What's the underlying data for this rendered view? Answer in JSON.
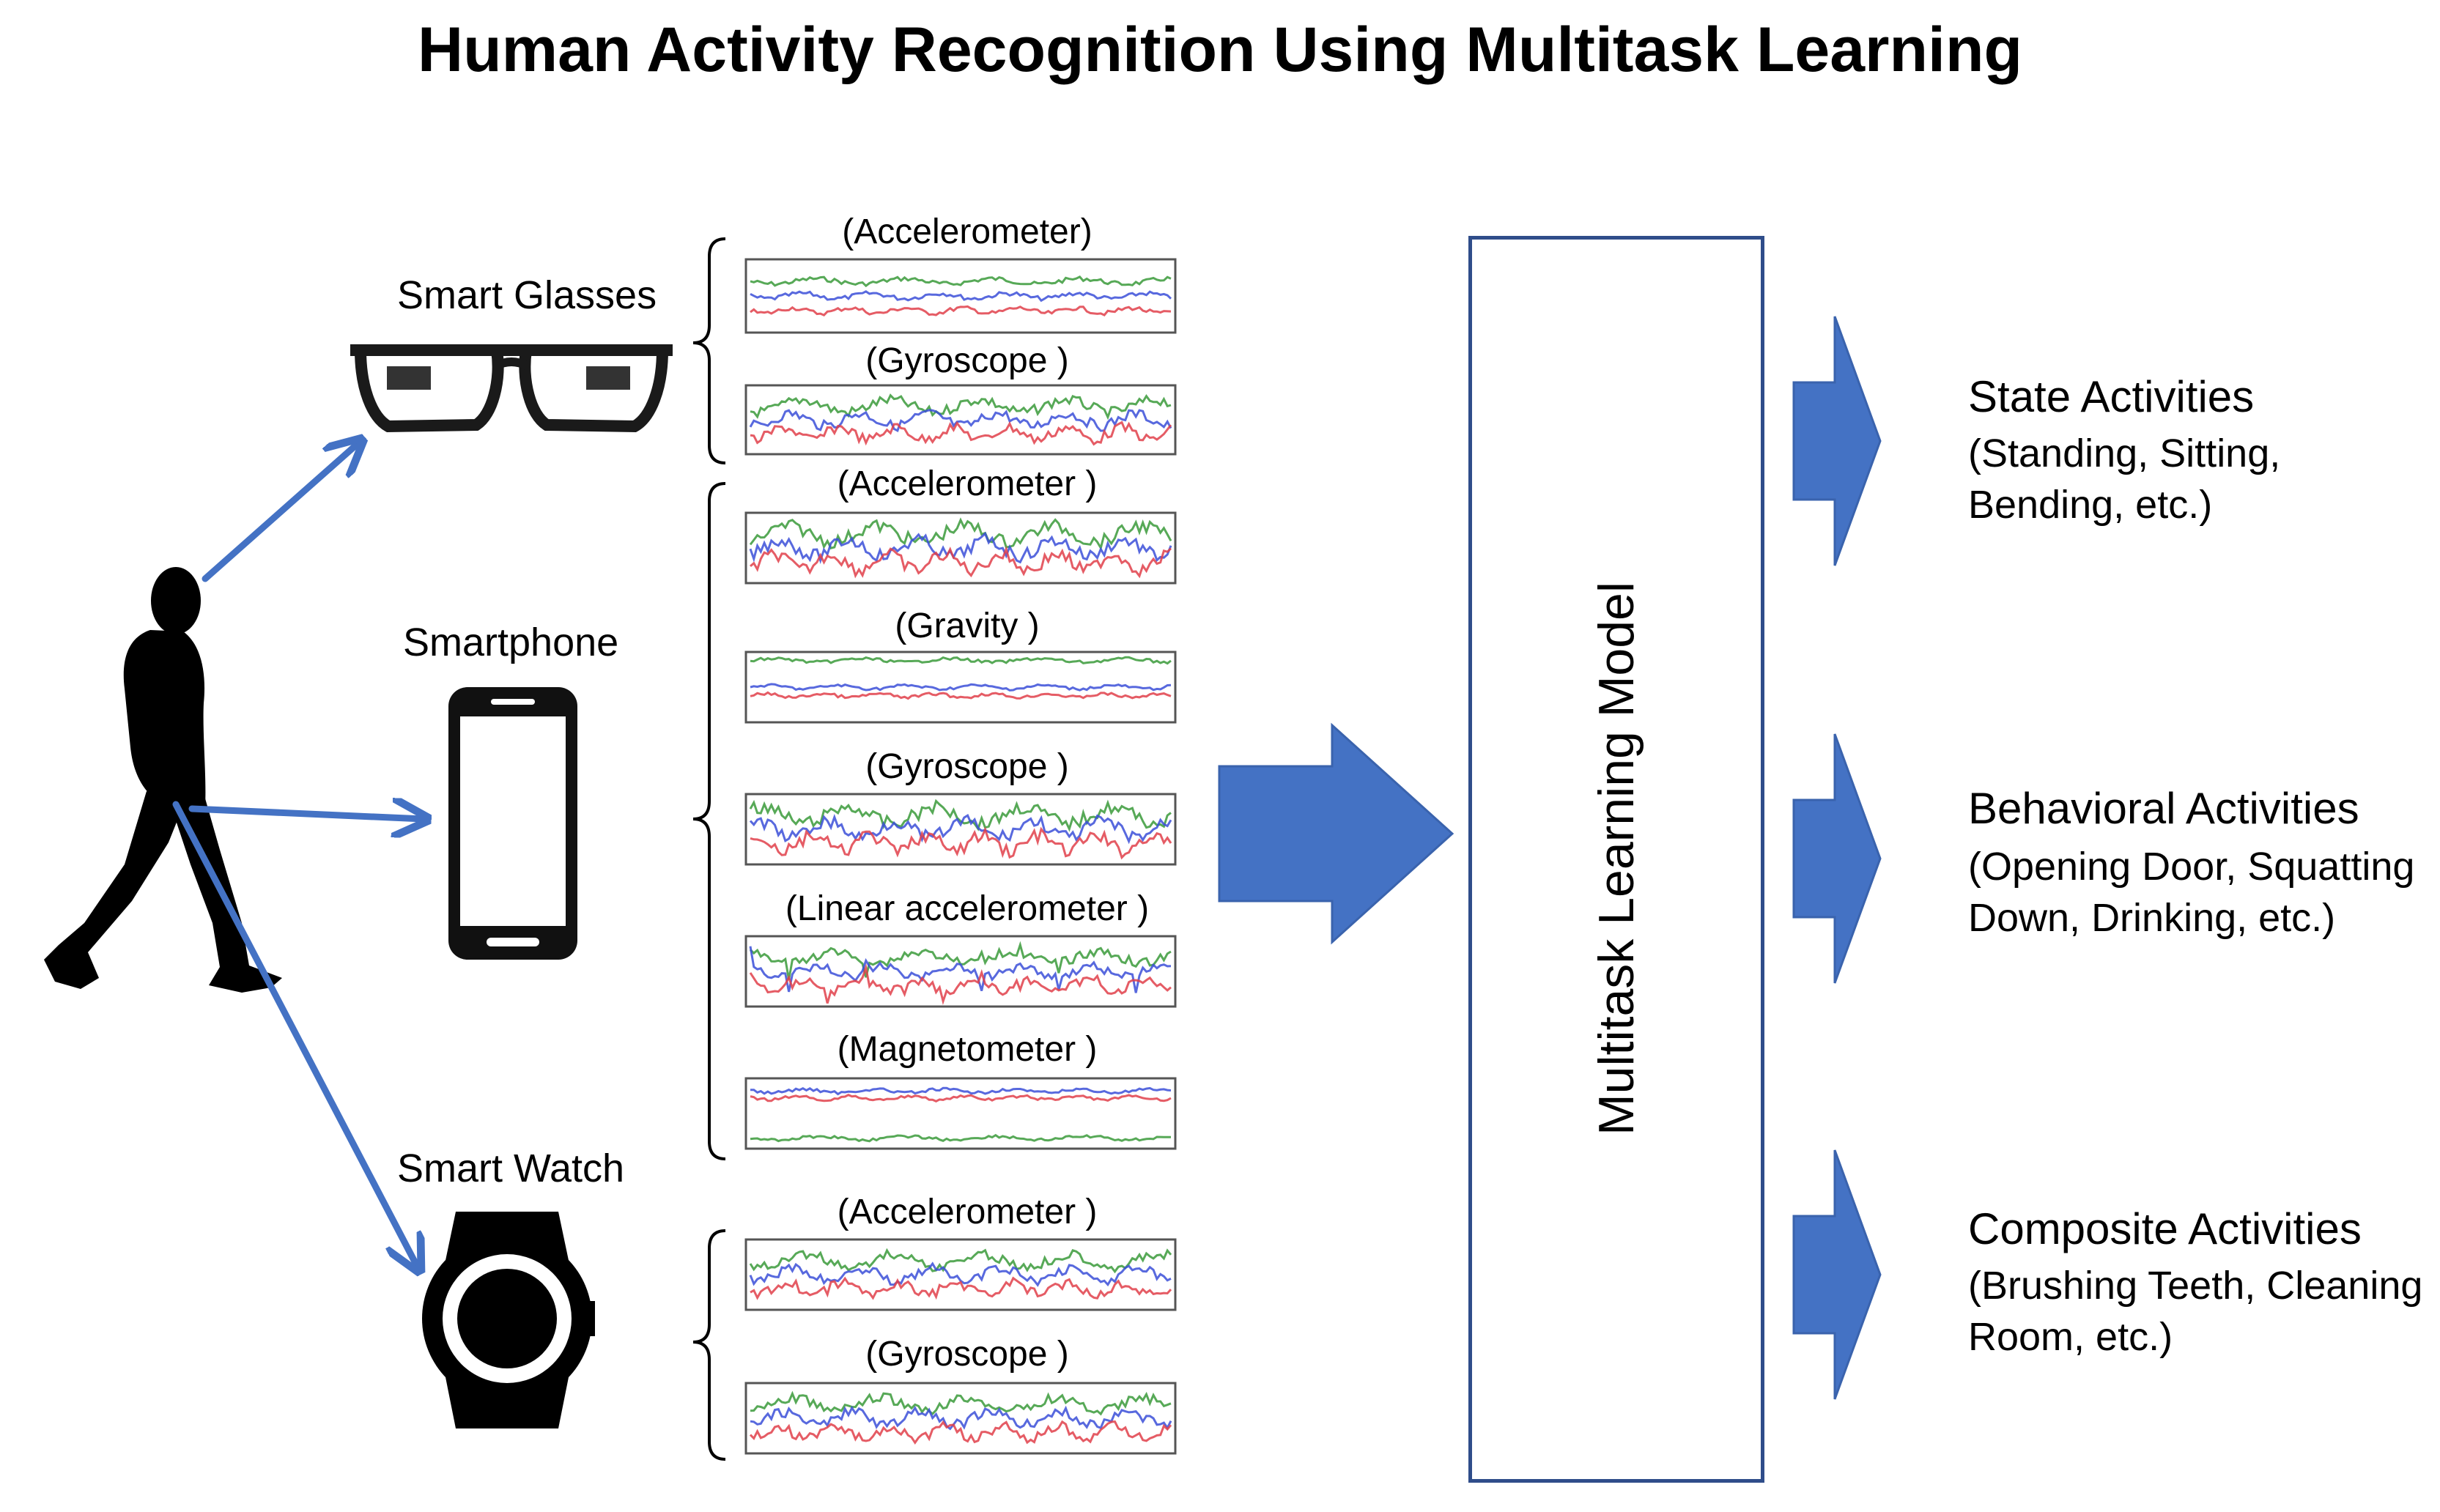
{
  "title": "Human Activity Recognition Using Multitask Learning",
  "devices": {
    "glasses": "Smart Glasses",
    "phone": "Smartphone",
    "watch": "Smart Watch"
  },
  "signals": {
    "g_acc": "(Accelerometer)",
    "g_gyro": "(Gyroscope )",
    "p_acc": "(Accelerometer )",
    "p_grav": "(Gravity )",
    "p_gyro": "(Gyroscope )",
    "p_lin": "(Linear accelerometer )",
    "p_mag": "(Magnetometer )",
    "w_acc": "(Accelerometer )",
    "w_gyro": "(Gyroscope )"
  },
  "model": "Multitask Learning Model",
  "outputs": [
    {
      "title": "State Activities",
      "desc": "(Standing, Sitting, Bending, etc.)"
    },
    {
      "title": "Behavioral Activities",
      "desc": "(Opening Door, Squatting Down, Drinking, etc.)"
    },
    {
      "title": "Composite Activities",
      "desc": "(Brushing Teeth, Cleaning Room, etc.)"
    }
  ],
  "colors": {
    "arrow": "#4472c4",
    "sig_red": "#e0404a",
    "sig_green": "#3a9a3a",
    "sig_blue": "#3b4fd8",
    "box": "#2f4d8a"
  },
  "icons": [
    "person-walking-icon",
    "smart-glasses-icon",
    "smartphone-icon",
    "smart-watch-icon"
  ]
}
